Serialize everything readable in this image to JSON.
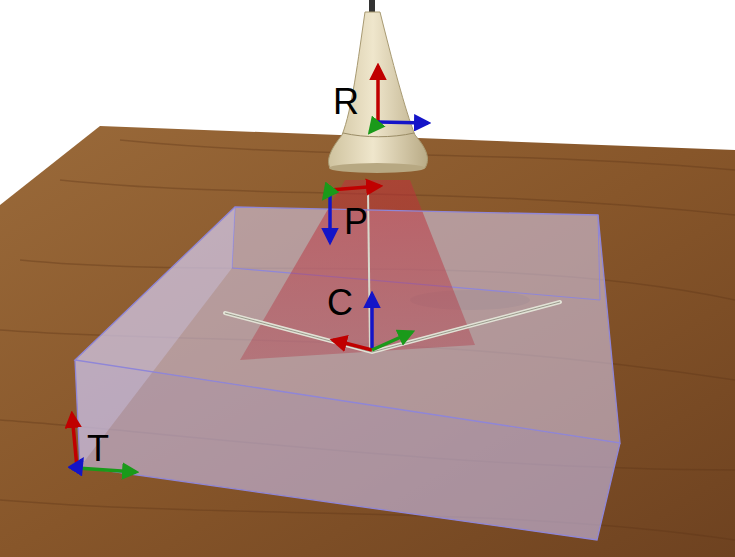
{
  "diagram": {
    "labels": [
      "R",
      "P",
      "C",
      "T"
    ]
  }
}
